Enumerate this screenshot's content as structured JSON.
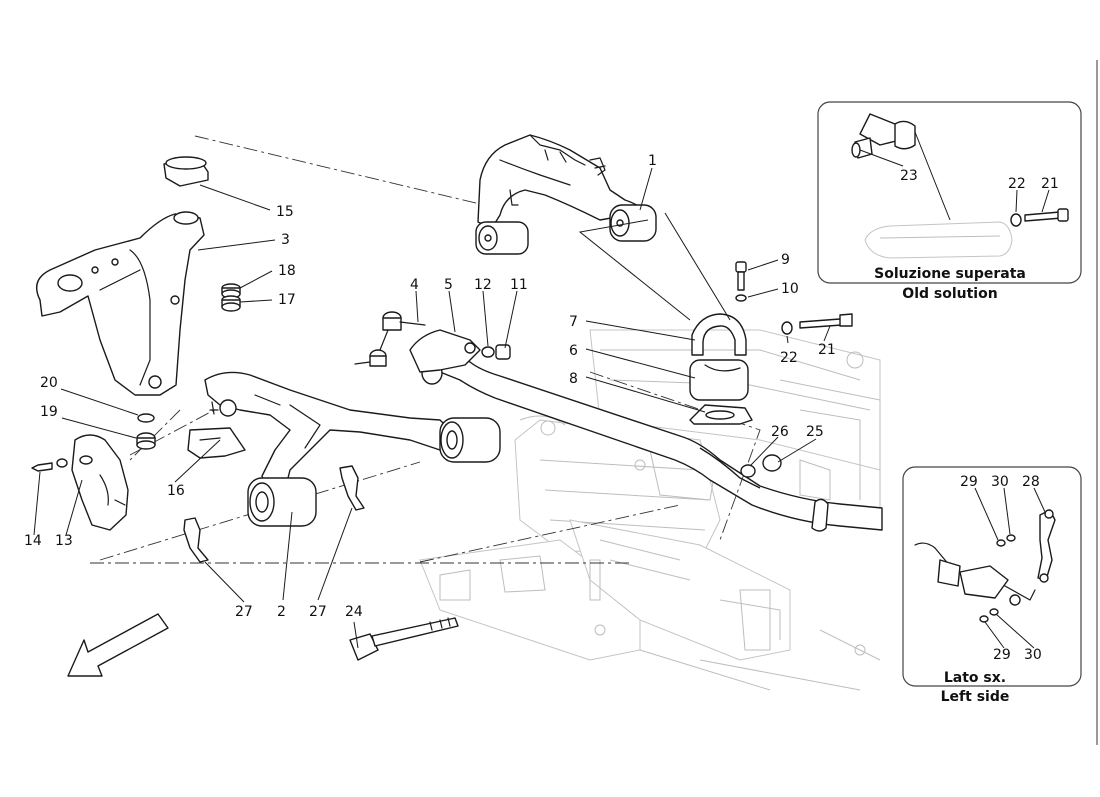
{
  "main_labels": {
    "1": "1",
    "2": "2",
    "3": "3",
    "4": "4",
    "5": "5",
    "6": "6",
    "7": "7",
    "8": "8",
    "9": "9",
    "10": "10",
    "11": "11",
    "12": "12",
    "13": "13",
    "14": "14",
    "15": "15",
    "16": "16",
    "17": "17",
    "18": "18",
    "19": "19",
    "20": "20",
    "21": "21",
    "22": "22",
    "24": "24",
    "25": "25",
    "26": "26",
    "27a": "27",
    "27b": "27"
  },
  "inset_old": {
    "labels": {
      "23": "23",
      "22": "22",
      "21": "21"
    },
    "caption_line1": "Soluzione superata",
    "caption_line2": "Old solution"
  },
  "inset_left": {
    "labels": {
      "29a": "29",
      "30a": "30",
      "28": "28",
      "29b": "29",
      "30b": "30"
    },
    "caption_line1": "Lato sx.",
    "caption_line2": "Left side"
  },
  "icons": [
    "direction-arrow-icon"
  ],
  "colors": {
    "line": "#1a1a1a",
    "ghost_chassis": "#bdbdbd",
    "background": "#ffffff"
  }
}
